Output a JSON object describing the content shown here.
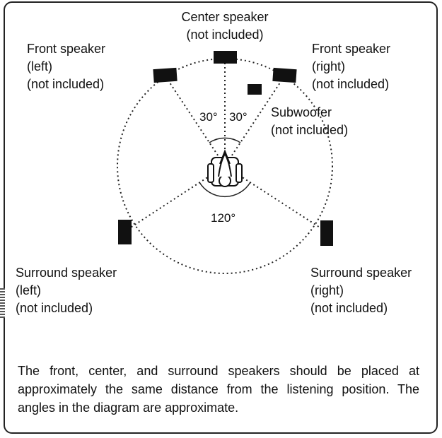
{
  "labels": {
    "center": [
      "Center speaker",
      "(not included)"
    ],
    "front_left": [
      "Front speaker",
      "(left)",
      "(not included)"
    ],
    "front_right": [
      "Front speaker",
      "(right)",
      "(not included)"
    ],
    "subwoofer": [
      "Subwoofer",
      "(not included)"
    ],
    "surround_left": [
      "Surround speaker",
      "(left)",
      "(not included)"
    ],
    "surround_right": [
      "Surround speaker",
      "(right)",
      "(not included)"
    ]
  },
  "angles": {
    "front_left": "30°",
    "front_right": "30°",
    "rear": "120°"
  },
  "note": "The front, center, and surround speakers should be placed at approximately the same distance from the listening position. The angles in the diagram are approximate."
}
